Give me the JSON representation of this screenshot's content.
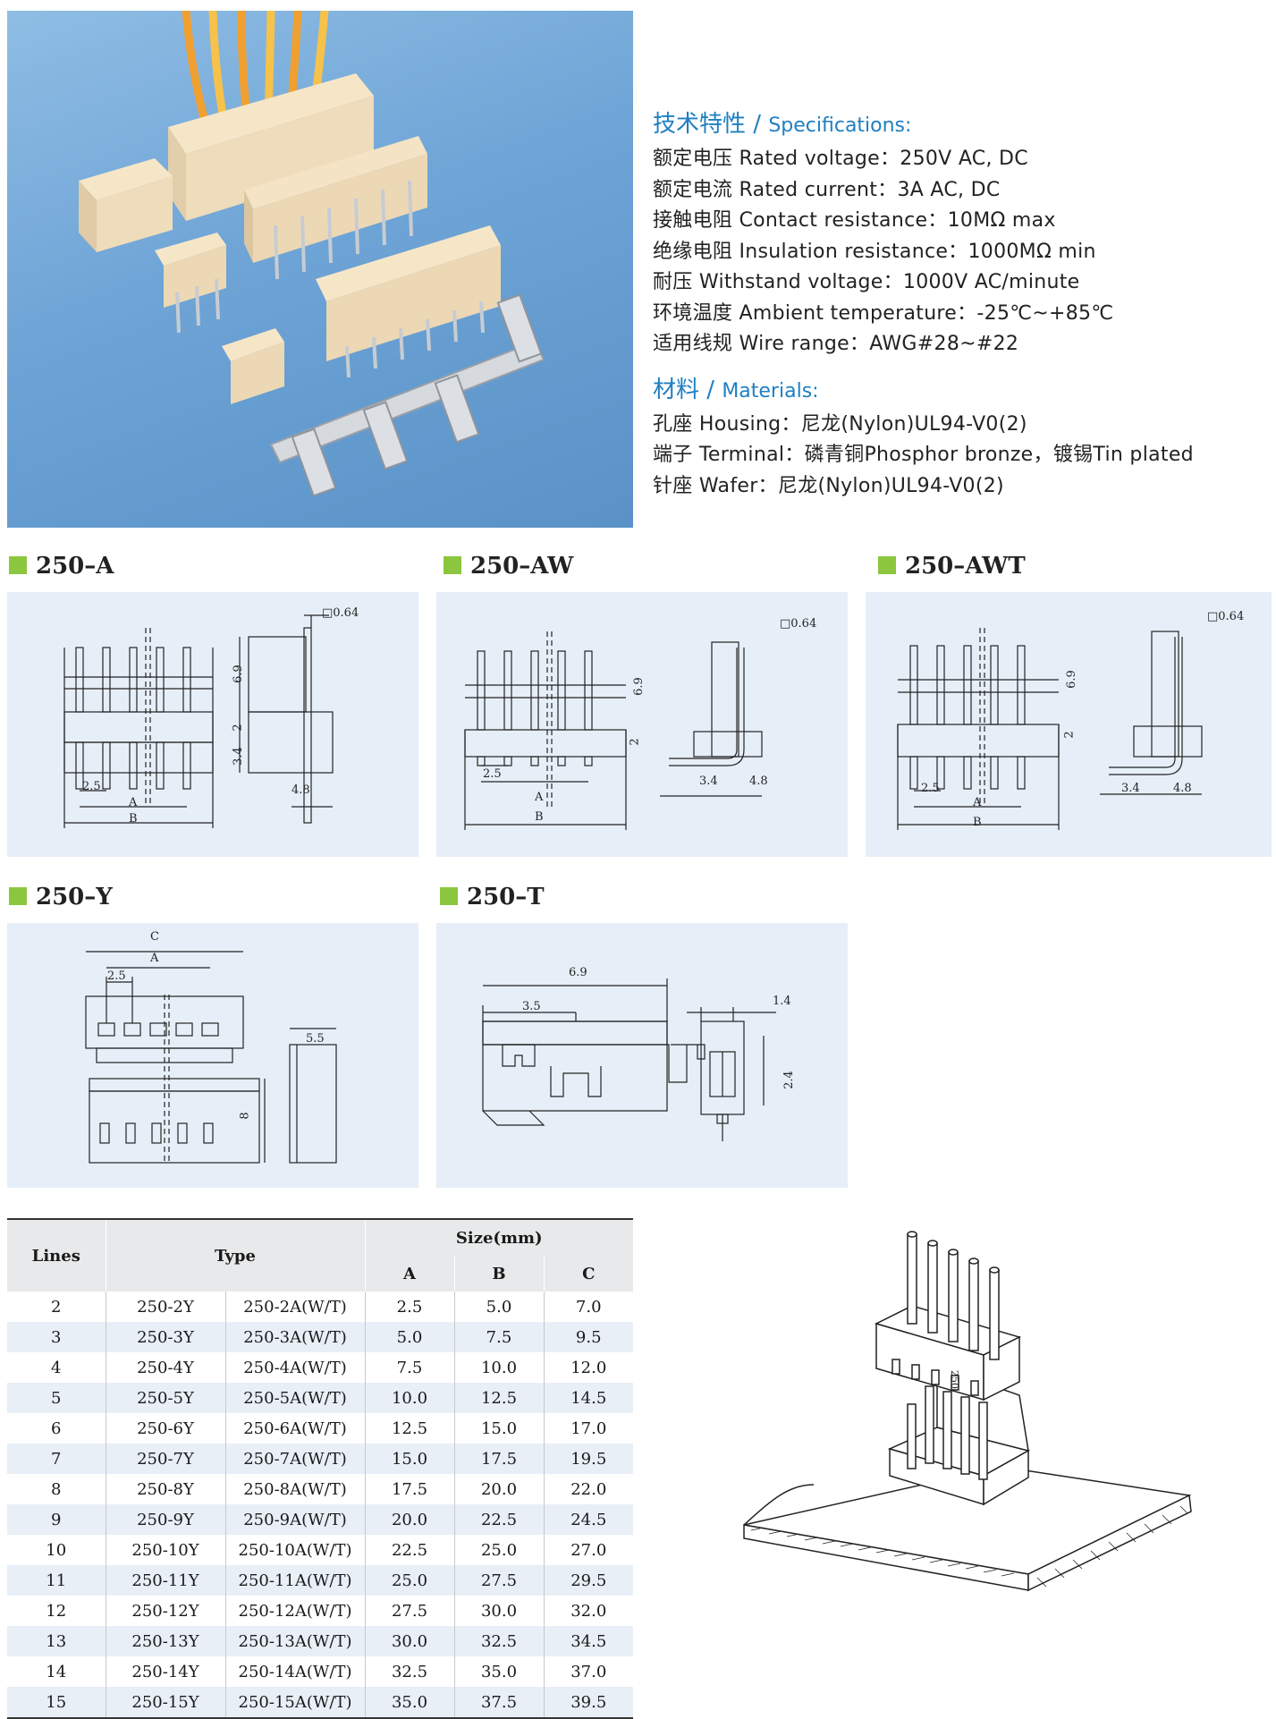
{
  "specs": {
    "heading_cn": "技术特性",
    "heading_en": "Specifications:",
    "lines": [
      "额定电压 Rated voltage：250V AC, DC",
      "额定电流 Rated current：3A AC, DC",
      "接触电阻 Contact resistance：10MΩ max",
      "绝缘电阻 Insulation resistance：1000MΩ min",
      "耐压 Withstand voltage：1000V AC/minute",
      "环境温度 Ambient temperature：-25℃~+85℃",
      "适用线规 Wire range：AWG#28~#22"
    ]
  },
  "materials": {
    "heading_cn": "材料",
    "heading_en": "Materials:",
    "lines": [
      "孔座 Housing：尼龙(Nylon)UL94-V0(2)",
      "端子 Terminal：磷青铜Phosphor bronze，镀锡Tin plated",
      "针座 Wafer：尼龙(Nylon)UL94-V0(2)"
    ]
  },
  "sections": {
    "a": "250–A",
    "aw": "250–AW",
    "awt": "250–AWT",
    "y": "250–Y",
    "t": "250–T"
  },
  "drawing_labels": {
    "sq": "□0.64",
    "d69": "6.9",
    "d2": "2",
    "d34": "3.4",
    "d25": "2.5",
    "d48": "4.8",
    "A": "A",
    "B": "B",
    "C": "C",
    "d55": "5.5",
    "d8": "8",
    "d35": "3.5",
    "d14": "1.4",
    "d24": "2.4",
    "iso_mark": "250"
  },
  "table": {
    "col_lines": "Lines",
    "col_type": "Type",
    "col_size": "Size(mm)",
    "col_a": "A",
    "col_b": "B",
    "col_c": "C",
    "rows": [
      [
        "2",
        "250-2Y",
        "250-2A(W/T)",
        "2.5",
        "5.0",
        "7.0"
      ],
      [
        "3",
        "250-3Y",
        "250-3A(W/T)",
        "5.0",
        "7.5",
        "9.5"
      ],
      [
        "4",
        "250-4Y",
        "250-4A(W/T)",
        "7.5",
        "10.0",
        "12.0"
      ],
      [
        "5",
        "250-5Y",
        "250-5A(W/T)",
        "10.0",
        "12.5",
        "14.5"
      ],
      [
        "6",
        "250-6Y",
        "250-6A(W/T)",
        "12.5",
        "15.0",
        "17.0"
      ],
      [
        "7",
        "250-7Y",
        "250-7A(W/T)",
        "15.0",
        "17.5",
        "19.5"
      ],
      [
        "8",
        "250-8Y",
        "250-8A(W/T)",
        "17.5",
        "20.0",
        "22.0"
      ],
      [
        "9",
        "250-9Y",
        "250-9A(W/T)",
        "20.0",
        "22.5",
        "24.5"
      ],
      [
        "10",
        "250-10Y",
        "250-10A(W/T)",
        "22.5",
        "25.0",
        "27.0"
      ],
      [
        "11",
        "250-11Y",
        "250-11A(W/T)",
        "25.0",
        "27.5",
        "29.5"
      ],
      [
        "12",
        "250-12Y",
        "250-12A(W/T)",
        "27.5",
        "30.0",
        "32.0"
      ],
      [
        "13",
        "250-13Y",
        "250-13A(W/T)",
        "30.0",
        "32.5",
        "34.5"
      ],
      [
        "14",
        "250-14Y",
        "250-14A(W/T)",
        "32.5",
        "35.0",
        "37.0"
      ],
      [
        "15",
        "250-15Y",
        "250-15A(W/T)",
        "35.0",
        "37.5",
        "39.5"
      ]
    ]
  }
}
